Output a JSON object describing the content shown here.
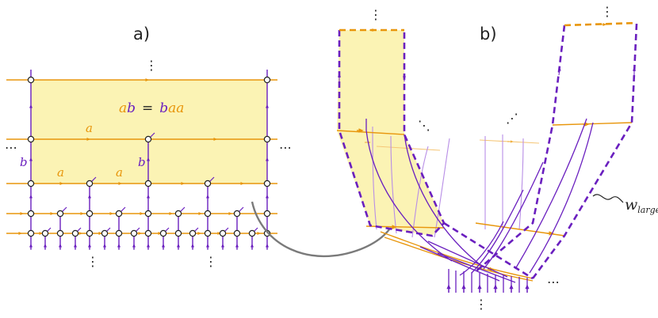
{
  "panel_a": {
    "label": "a)",
    "equation": {
      "lhs_orange": "a",
      "lhs_purple": "b",
      "eq": "=",
      "rhs_purple": "b",
      "rhs_orange": "aa"
    },
    "edge_labels": {
      "a_top": "a",
      "a_left": "a",
      "a_right": "a",
      "b_left": "b",
      "b_mid": "b"
    },
    "ellipsis_top": "⋮",
    "ellipsis_left": "⋯",
    "ellipsis_right": "⋯",
    "ellipsis_bottom_left": "⋮",
    "ellipsis_bottom_right": "⋮"
  },
  "panel_b": {
    "label": "b)",
    "w_label": "w",
    "w_subscript": "large",
    "ellipsis_top_left": "⋮",
    "ellipsis_top_right": "⋮",
    "ellipsis_mid_left": "⋱",
    "ellipsis_mid_right": "⋰",
    "ellipsis_bottom": "⋮",
    "ellipsis_bottom_right": "⋯"
  },
  "colors": {
    "orange": "#e8960c",
    "orange_light": "#f5c677",
    "purple": "#6a1fbf",
    "purple_light": "#b88ee6",
    "fill_yellow": "#fbf3b4",
    "arrow_gray": "#7a7a7a"
  }
}
